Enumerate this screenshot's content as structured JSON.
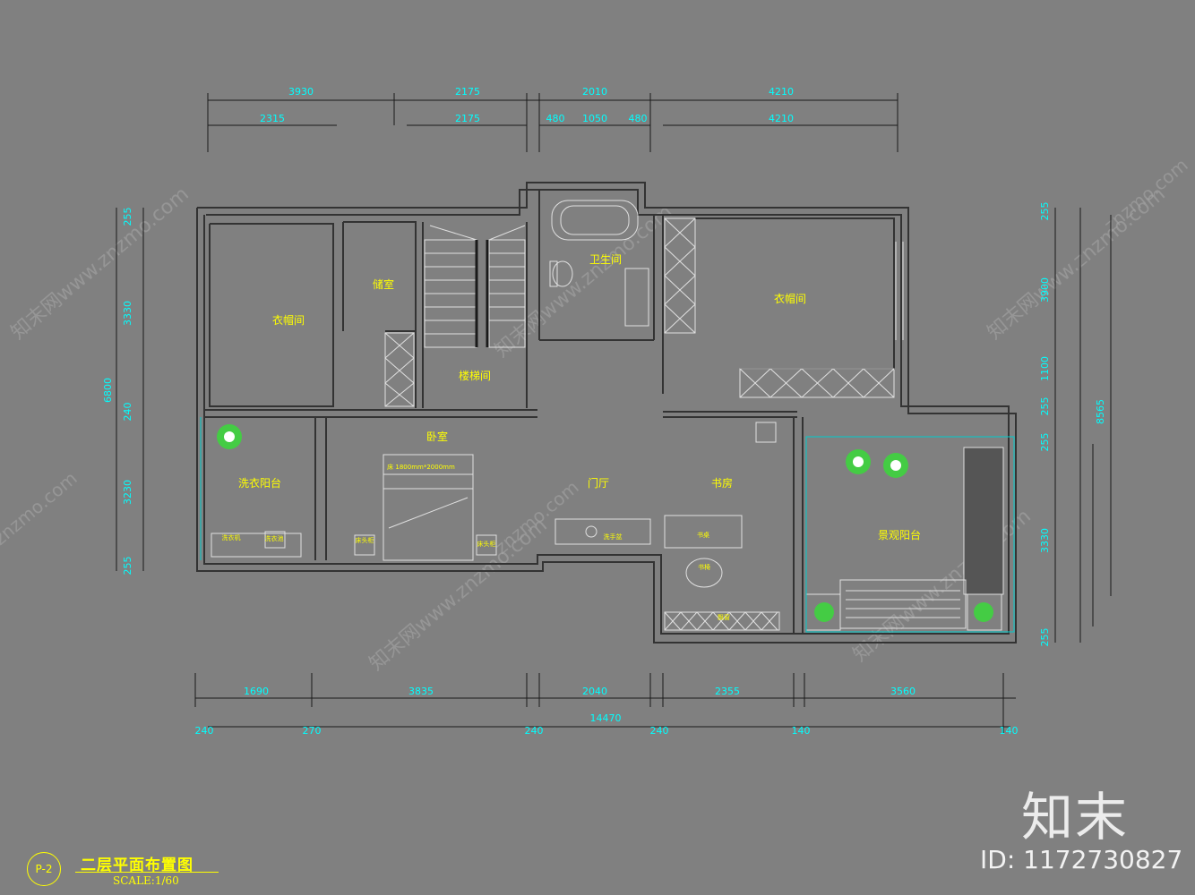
{
  "drawing": {
    "title": "二层平面布置图",
    "scale": "SCALE:1/60",
    "sheet_badge": "P-2"
  },
  "rooms": {
    "closet_left": "衣帽间",
    "storage": "储室",
    "stair": "楼梯间",
    "bathroom": "卫生间",
    "closet_right": "衣帽间",
    "laundry_balcony": "洗衣阳台",
    "bedroom": "卧室",
    "foyer": "门厅",
    "study": "书房",
    "landscape_balcony": "景观阳台"
  },
  "fixtures": {
    "bed_size": "床 1800mm*2000mm",
    "bedside_left": "床头柜",
    "bedside_right": "床头柜",
    "desk": "书桌",
    "chair": "书椅",
    "window_seat": "飘窗",
    "washer": "洗衣机",
    "sink": "洗衣池",
    "basin": "洗手盆"
  },
  "dimensions": {
    "top_row1": [
      "3930",
      "2175",
      "2010",
      "4210"
    ],
    "top_row2": [
      "2315",
      "2175",
      "480",
      "1050",
      "480",
      "4210"
    ],
    "left": [
      "255",
      "3330",
      "240",
      "3230",
      "255",
      "6800"
    ],
    "right_outer": [
      "255",
      "3900",
      "1100",
      "255",
      "255",
      "3330",
      "255",
      "8565"
    ],
    "bottom_row1": [
      "1690",
      "3835",
      "2040",
      "2355",
      "3560"
    ],
    "bottom_total": "14470",
    "bottom_row2": [
      "240",
      "270",
      "240",
      "240",
      "140",
      "140"
    ]
  },
  "watermark": {
    "brand": "知末",
    "id": "ID: 1172730827",
    "repeat_cn": "知末网www.znzmo.com",
    "repeat_en": "znzmo.com"
  },
  "colors": {
    "background": "#808080",
    "wall": "#3a3a3a",
    "label": "#ffff00",
    "dimension": "#00ffff",
    "furniture": "#e8e8e8"
  }
}
